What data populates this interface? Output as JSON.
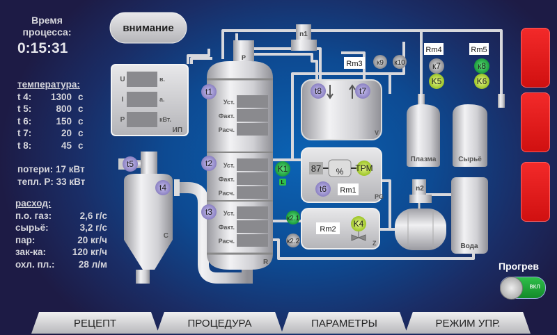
{
  "process_time": {
    "label": "Время процесса:",
    "value": "0:15:31"
  },
  "temperature": {
    "header": "температура:",
    "rows": [
      {
        "name": "t 4:",
        "value": "1300",
        "unit": "c"
      },
      {
        "name": "t 5:",
        "value": "800",
        "unit": "c"
      },
      {
        "name": "t 6:",
        "value": "150",
        "unit": "c"
      },
      {
        "name": "t 7:",
        "value": "20",
        "unit": "c"
      },
      {
        "name": "t 8:",
        "value": "45",
        "unit": "c"
      }
    ]
  },
  "losses": "потери: 17 кВт",
  "heat_power": "тепл. P: 33 кВт",
  "flow": {
    "header": "расход:",
    "rows": [
      {
        "name": "п.о. газ:",
        "value": "2,6 г/с"
      },
      {
        "name": "сырьё:",
        "value": "3,2 г/с"
      },
      {
        "name": "пар:",
        "value": "20 кг/ч"
      },
      {
        "name": "зак-ка:",
        "value": "120 кг/ч"
      },
      {
        "name": "охл. пл.:",
        "value": "28 л/м"
      }
    ]
  },
  "alert_button": "внимание",
  "power_supply": {
    "name": "ИП",
    "rows": [
      {
        "label": "U",
        "unit": "в."
      },
      {
        "label": "I",
        "unit": "а."
      },
      {
        "label": "P",
        "unit": "кВт."
      }
    ]
  },
  "reactor": {
    "name": "R",
    "nozzle": "P",
    "sections": [
      {
        "sensor": "t1"
      },
      {
        "sensor": "t2"
      },
      {
        "sensor": "t3"
      }
    ],
    "fields": [
      "Уст.",
      "Факт.",
      "Расч."
    ]
  },
  "cyclone": {
    "name": "C",
    "sensors": [
      "t4",
      "t5"
    ]
  },
  "vessel_v": {
    "name": "V",
    "sensors": [
      "t8",
      "t7"
    ],
    "flowmeter": "Rm3"
  },
  "pg": {
    "name": "PG",
    "value": "87",
    "percent": "%",
    "controller": "ТРМ",
    "sensor": "t6",
    "flowmeter": "Rm1"
  },
  "z": {
    "name": "Z",
    "flowmeter": "Rm2",
    "valve": "K4"
  },
  "valves": {
    "k1": "K1",
    "k1_sub": "L",
    "k2_1": "к2.1",
    "k2_2": "к2.2",
    "k9": "к9",
    "k10": "к10",
    "k7": "к7",
    "k5": "K5",
    "k8": "к8",
    "k6": "K6"
  },
  "pumps": {
    "n1": "n1",
    "n2": "n2"
  },
  "tanks": {
    "plasma": "Плазма",
    "raw": "Сырьё",
    "water": "Вода",
    "rm4": "Rm4",
    "rm5": "Rm5"
  },
  "heating": {
    "label": "Прогрев",
    "toggle": "вкл",
    "on": true
  },
  "tabs": [
    "РЕЦЕПТ",
    "ПРОЦЕДУРА",
    "ПАРАМЕТРЫ",
    "РЕЖИМ УПР."
  ],
  "colors": {
    "alarm": "#e81c1c",
    "green": "#28b04a",
    "yellow": "#b8dc3c",
    "sensor": "#9d93d0"
  }
}
